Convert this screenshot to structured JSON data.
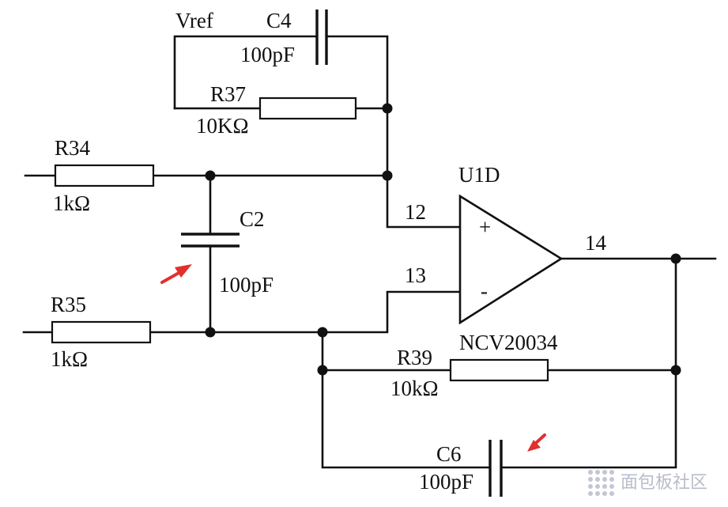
{
  "opamp": {
    "ref": "U1D",
    "part": "NCV20034",
    "pin_plus": "12",
    "pin_minus": "13",
    "pin_out": "14",
    "plus_sign": "+",
    "minus_sign": "-"
  },
  "components": {
    "vref": "Vref",
    "c4": {
      "ref": "C4",
      "value": "100pF"
    },
    "r37": {
      "ref": "R37",
      "value": "10KΩ"
    },
    "r34": {
      "ref": "R34",
      "value": "1kΩ"
    },
    "c2": {
      "ref": "C2",
      "value": "100pF"
    },
    "r35": {
      "ref": "R35",
      "value": "1kΩ"
    },
    "r39": {
      "ref": "R39",
      "value": "10kΩ"
    },
    "c6": {
      "ref": "C6",
      "value": "100pF"
    }
  },
  "annotations": {
    "arrow_color": "#e0312e"
  },
  "watermark": {
    "text": "面包板社区"
  }
}
